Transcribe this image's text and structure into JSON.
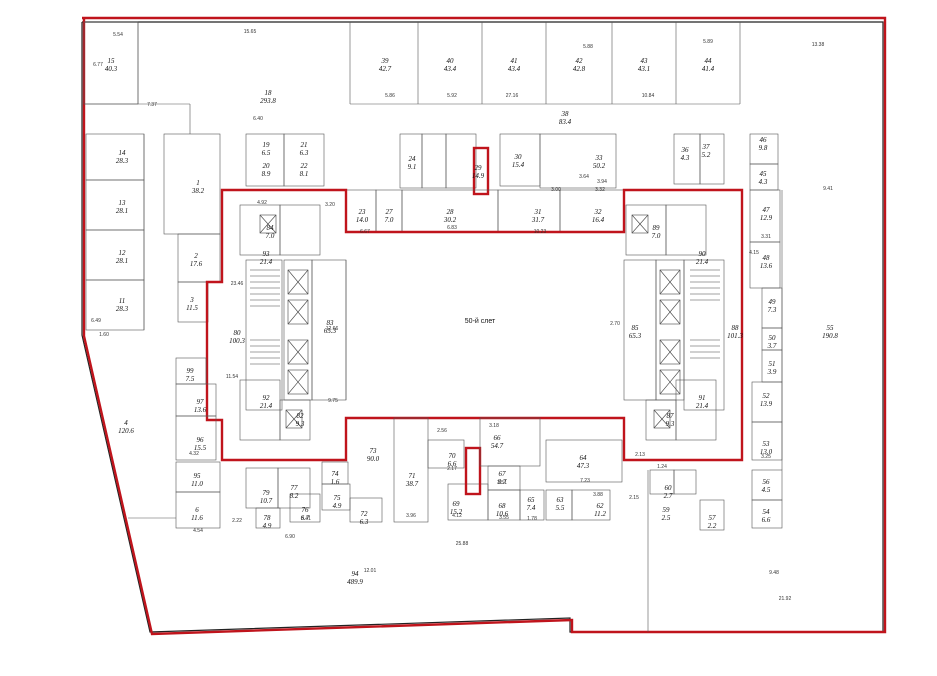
{
  "plan": {
    "center_label": "50-й слет",
    "accent_color": "#c0141c",
    "rooms": [
      {
        "n": "15",
        "a": "40.3"
      },
      {
        "n": "18",
        "a": "293.8"
      },
      {
        "n": "39",
        "a": "42.7"
      },
      {
        "n": "40",
        "a": "43.4"
      },
      {
        "n": "41",
        "a": "43.4"
      },
      {
        "n": "42",
        "a": "42.8"
      },
      {
        "n": "43",
        "a": "43.1"
      },
      {
        "n": "44",
        "a": "41.4"
      },
      {
        "n": "38",
        "a": "83.4"
      },
      {
        "n": "14",
        "a": "28.3"
      },
      {
        "n": "13",
        "a": "28.1"
      },
      {
        "n": "12",
        "a": "28.1"
      },
      {
        "n": "11",
        "a": "28.3"
      },
      {
        "n": "1",
        "a": "38.2"
      },
      {
        "n": "2",
        "a": "17.6"
      },
      {
        "n": "3",
        "a": "11.5"
      },
      {
        "n": "19",
        "a": "6.5"
      },
      {
        "n": "20",
        "a": "8.9"
      },
      {
        "n": "21",
        "a": "6.3"
      },
      {
        "n": "22",
        "a": "8.1"
      },
      {
        "n": "24",
        "a": "9.1"
      },
      {
        "n": "29",
        "a": "14.9"
      },
      {
        "n": "30",
        "a": "15.4"
      },
      {
        "n": "33",
        "a": "50.2"
      },
      {
        "n": "23",
        "a": "14.0"
      },
      {
        "n": "27",
        "a": "7.0"
      },
      {
        "n": "28",
        "a": "30.2"
      },
      {
        "n": "31",
        "a": "31.7"
      },
      {
        "n": "32",
        "a": "16.4"
      },
      {
        "n": "36",
        "a": "4.3"
      },
      {
        "n": "37",
        "a": "5.2"
      },
      {
        "n": "46",
        "a": "9.8"
      },
      {
        "n": "45",
        "a": "4.3"
      },
      {
        "n": "47",
        "a": "12.9"
      },
      {
        "n": "48",
        "a": "13.6"
      },
      {
        "n": "49",
        "a": "7.3"
      },
      {
        "n": "50",
        "a": "3.7"
      },
      {
        "n": "51",
        "a": "3.9"
      },
      {
        "n": "52",
        "a": "13.9"
      },
      {
        "n": "53",
        "a": "13.0"
      },
      {
        "n": "55",
        "a": "190.8"
      },
      {
        "n": "84",
        "a": "7.0"
      },
      {
        "n": "93",
        "a": "21.4"
      },
      {
        "n": "80",
        "a": "100.3"
      },
      {
        "n": "83",
        "a": "65.3"
      },
      {
        "n": "92",
        "a": "21.4"
      },
      {
        "n": "82",
        "a": "9.3"
      },
      {
        "n": "89",
        "a": "7.0"
      },
      {
        "n": "90",
        "a": "21.4"
      },
      {
        "n": "85",
        "a": "65.3"
      },
      {
        "n": "88",
        "a": "101.3"
      },
      {
        "n": "91",
        "a": "21.4"
      },
      {
        "n": "87",
        "a": "9.3"
      },
      {
        "n": "4",
        "a": "120.6"
      },
      {
        "n": "99",
        "a": "7.5"
      },
      {
        "n": "97",
        "a": "13.6"
      },
      {
        "n": "96",
        "a": "15.5"
      },
      {
        "n": "95",
        "a": "11.0"
      },
      {
        "n": "6",
        "a": "11.6"
      },
      {
        "n": "79",
        "a": "10.7"
      },
      {
        "n": "77",
        "a": "8.2"
      },
      {
        "n": "76",
        "a": "6.7"
      },
      {
        "n": "78",
        "a": "4.9"
      },
      {
        "n": "74",
        "a": "1.6"
      },
      {
        "n": "75",
        "a": "4.9"
      },
      {
        "n": "73",
        "a": "90.0"
      },
      {
        "n": "72",
        "a": "6.3"
      },
      {
        "n": "71",
        "a": "38.7"
      },
      {
        "n": "70",
        "a": "6.6"
      },
      {
        "n": "66",
        "a": "54.7"
      },
      {
        "n": "67",
        "a": "8.7"
      },
      {
        "n": "69",
        "a": "15.2"
      },
      {
        "n": "68",
        "a": "10.6"
      },
      {
        "n": "65",
        "a": "7.4"
      },
      {
        "n": "63",
        "a": "5.5"
      },
      {
        "n": "64",
        "a": "47.3"
      },
      {
        "n": "62",
        "a": "11.2"
      },
      {
        "n": "60",
        "a": "2.7"
      },
      {
        "n": "59",
        "a": "2.5"
      },
      {
        "n": "57",
        "a": "2.2"
      },
      {
        "n": "56",
        "a": "4.5"
      },
      {
        "n": "54",
        "a": "6.6"
      },
      {
        "n": "94",
        "a": "489.9"
      }
    ],
    "dimensions": [
      "5.54",
      "15.65",
      "13.38",
      "5.88",
      "5.89",
      "5.86",
      "5.92",
      "27.16",
      "10.84",
      "7.37",
      "6.77",
      "6.40",
      "4.92",
      "3.20",
      "6.67",
      "6.83",
      "10.23",
      "3.94",
      "3.32",
      "3.00",
      "23.46",
      "11.54",
      "12.66",
      "2.70",
      "9.75",
      "3.18",
      "2.13",
      "4.32",
      "6.49",
      "1.60",
      "9.41",
      "21.92",
      "25.88",
      "12.01",
      "4.12",
      "3.96",
      "3.55",
      "3.64",
      "2.22",
      "6.90",
      "4.54",
      "3.41",
      "7.23",
      "3.88",
      "1.24",
      "2.15",
      "9.48",
      "3.31",
      "3.25",
      "4.15",
      "2.17",
      "3.51",
      "2.56",
      "1.78"
    ]
  }
}
